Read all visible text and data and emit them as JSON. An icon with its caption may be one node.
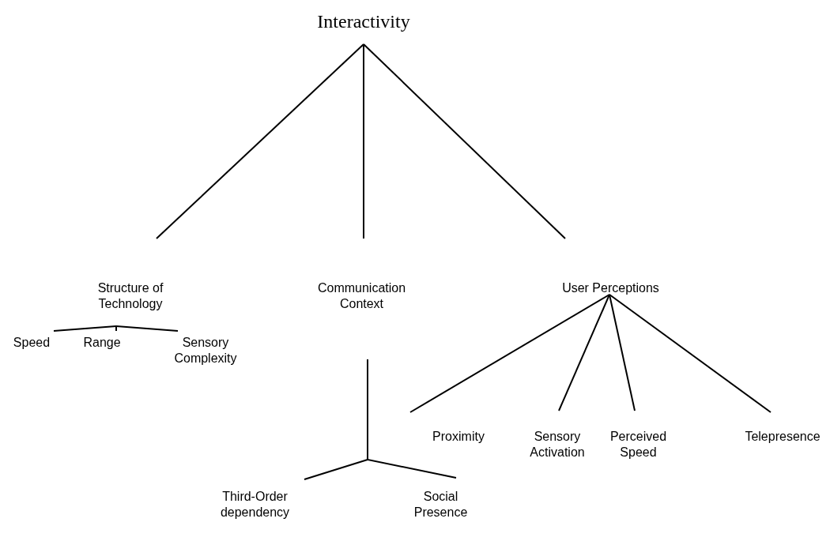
{
  "diagram": {
    "nodes": [
      {
        "text": [
          "Interactivity"
        ]
      },
      {
        "text": [
          "Structure of Technology"
        ]
      },
      {
        "text": [
          "Speed"
        ]
      },
      {
        "text": [
          "Range"
        ]
      },
      {
        "text": [
          "Sensory Complexity"
        ]
      },
      {
        "text": [
          "Communication Context"
        ]
      },
      {
        "text": [
          "Third-Order dependency"
        ]
      },
      {
        "text": [
          "Social Presence"
        ]
      },
      {
        "text": [
          "User Perceptions"
        ]
      },
      {
        "text": [
          "Proximity"
        ]
      },
      {
        "text": [
          "Sensory Activation"
        ]
      },
      {
        "text": [
          "Perceived Speed"
        ]
      },
      {
        "text": [
          "Telepresence"
        ]
      }
    ],
    "edges": [
      {
        "from": 0,
        "to": 1,
        "arrow": "none"
      },
      {
        "from": 0,
        "to": 5,
        "arrow": "none"
      },
      {
        "from": 0,
        "to": 8,
        "arrow": "none"
      },
      {
        "from": 1,
        "to": 2,
        "arrow": "none"
      },
      {
        "from": 1,
        "to": 3,
        "arrow": "none"
      },
      {
        "from": 1,
        "to": 4,
        "arrow": "none"
      },
      {
        "from": 5,
        "to": 6,
        "arrow": "none"
      },
      {
        "from": 5,
        "to": 7,
        "arrow": "none"
      },
      {
        "from": 8,
        "to": 9,
        "arrow": "none"
      },
      {
        "from": 8,
        "to": 10,
        "arrow": "none"
      },
      {
        "from": 8,
        "to": 11,
        "arrow": "none"
      },
      {
        "from": 8,
        "to": 12,
        "arrow": "none"
      }
    ]
  }
}
